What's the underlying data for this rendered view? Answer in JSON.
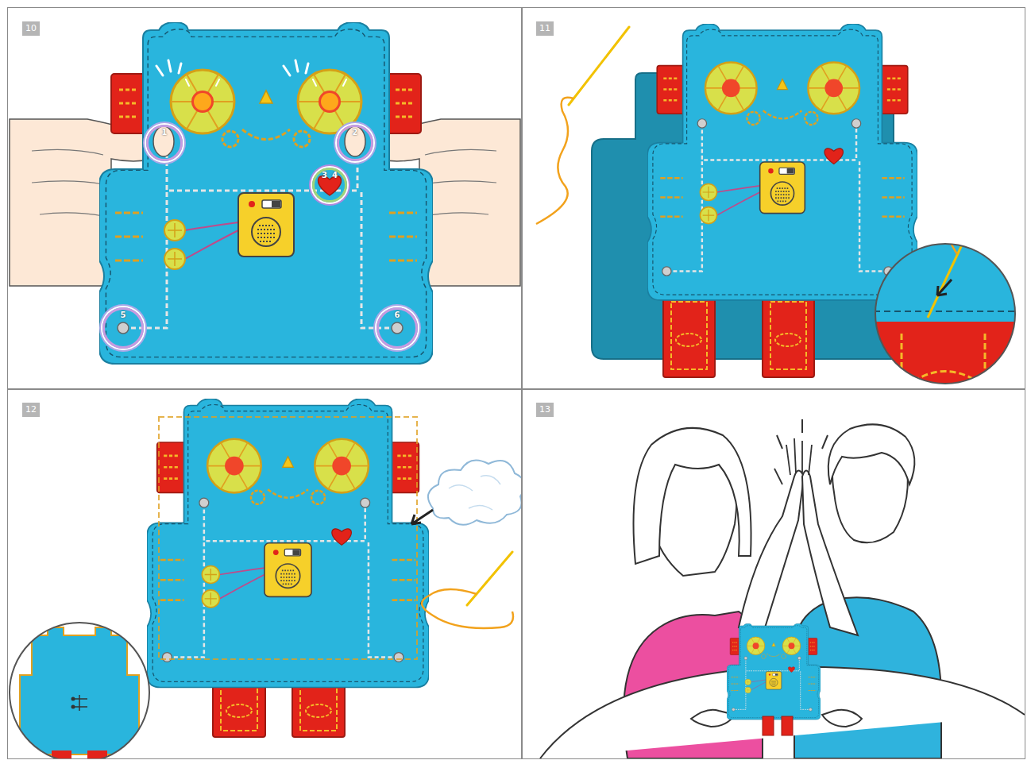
{
  "diagram": {
    "nodes": [
      {
        "text": [
          "10"
        ]
      },
      {
        "text": [
          "1"
        ],
        "in": 0
      },
      {
        "text": [
          "2"
        ],
        "in": 0
      },
      {
        "text": [
          "3",
          "4"
        ],
        "in": 0
      },
      {
        "text": [
          "5"
        ],
        "in": 0
      },
      {
        "text": [
          "6"
        ],
        "in": 0
      },
      {
        "text": [
          "11"
        ]
      },
      {
        "text": [
          "12"
        ]
      },
      {
        "text": [
          "13"
        ]
      }
    ]
  }
}
